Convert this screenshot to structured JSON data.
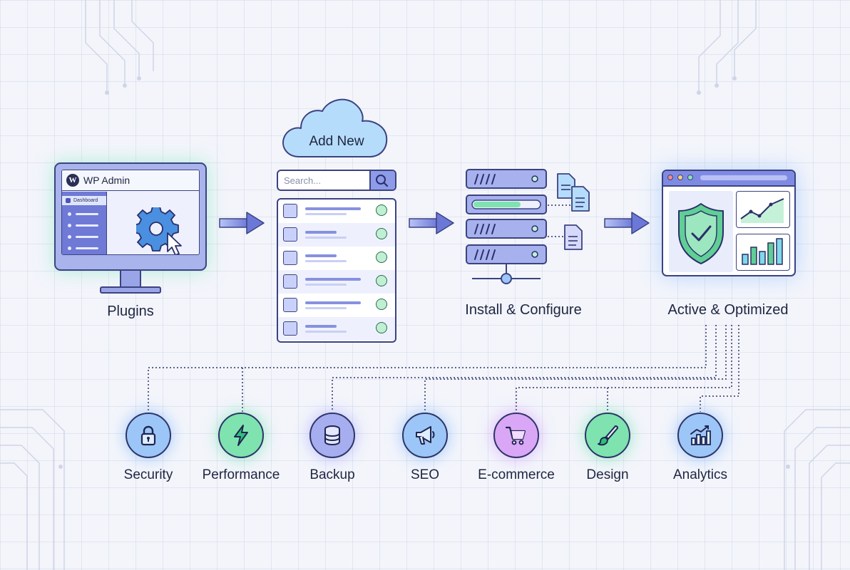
{
  "stages": {
    "plugins": {
      "label": "Plugins",
      "window_title": "WP Admin",
      "menu_item": "Dashboard",
      "logo_icon": "wordpress-logo-icon"
    },
    "add_new": {
      "label": "Add New",
      "search_placeholder": "Search...",
      "plugin_count": 6
    },
    "install": {
      "label": "Install & Configure"
    },
    "active": {
      "label": "Active & Optimized"
    }
  },
  "features": [
    {
      "label": "Security",
      "icon": "lock-icon",
      "color": "#9cc6f7"
    },
    {
      "label": "Performance",
      "icon": "lightning-icon",
      "color": "#7fe3b0"
    },
    {
      "label": "Backup",
      "icon": "database-icon",
      "color": "#a6aef0"
    },
    {
      "label": "SEO",
      "icon": "megaphone-icon",
      "color": "#9cc6f7"
    },
    {
      "label": "E-commerce",
      "icon": "shopping-cart-icon",
      "color": "#d9a7f6"
    },
    {
      "label": "Design",
      "icon": "paintbrush-icon",
      "color": "#7fe3b0"
    },
    {
      "label": "Analytics",
      "icon": "bar-chart-icon",
      "color": "#9cc6f7"
    }
  ],
  "colors": {
    "outline": "#3c4380",
    "accent_blue": "#7f8be3",
    "accent_green": "#7fe3b0",
    "check_green": "#bff0d4",
    "background": "#f3f5fb"
  }
}
